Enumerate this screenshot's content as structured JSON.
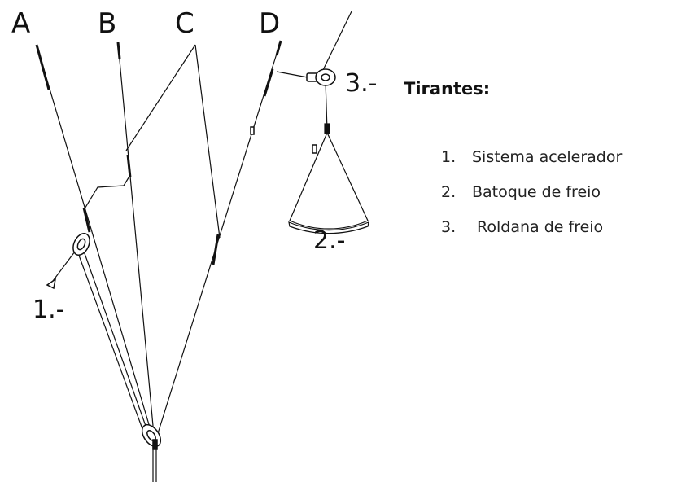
{
  "diagram": {
    "riser_labels": {
      "a": "A",
      "b": "B",
      "c": "C",
      "d": "D"
    },
    "callouts": {
      "one": "1.-",
      "two": "2.-",
      "three": "3.-"
    }
  },
  "legend": {
    "title": "Tirantes:",
    "items": [
      {
        "number": "1.",
        "label": "Sistema acelerador"
      },
      {
        "number": "2.",
        "label": "Batoque de freio"
      },
      {
        "number": "3.",
        "label": " Roldana de freio"
      }
    ]
  }
}
